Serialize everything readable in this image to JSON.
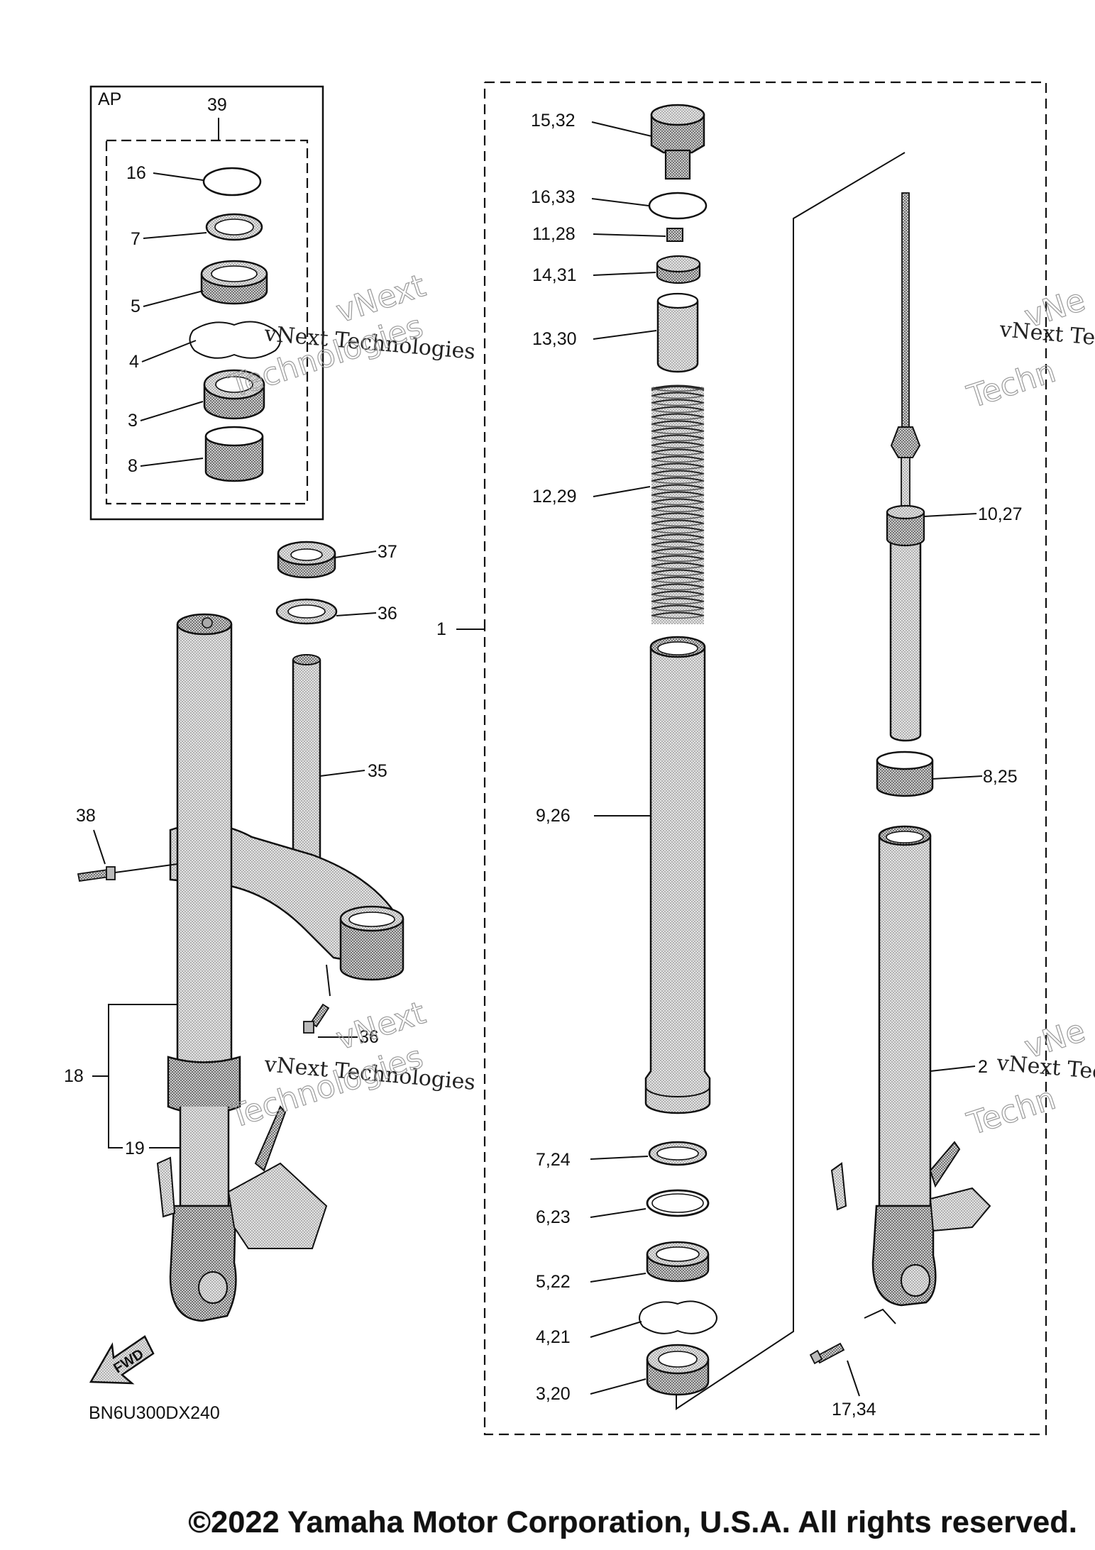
{
  "diagram_code": "BN6U300DX240",
  "copyright": "©2022 Yamaha Motor Corporation, U.S.A. All rights reserved.",
  "watermark_line": "vNext Technologies",
  "watermark_word1": "vNext",
  "watermark_word2": "Technologies",
  "watermark_partial1": "vNe",
  "watermark_partial2": "Techn",
  "fwd_label": "FWD",
  "ap_box": {
    "title": "AP",
    "kit_no": "39",
    "items": [
      "16",
      "7",
      "5",
      "4",
      "3",
      "8"
    ]
  },
  "left_assembly": [
    "37",
    "36",
    "35",
    "38",
    "36",
    "18",
    "19"
  ],
  "fork_column": [
    "15,32",
    "16,33",
    "11,28",
    "14,31",
    "13,30",
    "12,29",
    "9,26",
    "7,24",
    "6,23",
    "5,22",
    "4,21",
    "3,20"
  ],
  "assembly_ref": "1",
  "damper_column": [
    "10,27",
    "8,25",
    "2",
    "17,34"
  ]
}
